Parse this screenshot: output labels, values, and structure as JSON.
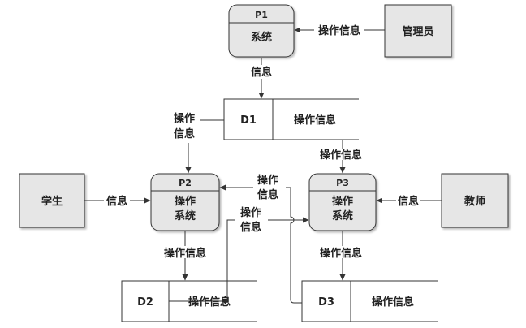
{
  "diagram": {
    "processes": [
      {
        "id": "P1",
        "name": "系统"
      },
      {
        "id": "P2",
        "name_line1": "操作",
        "name_line2": "系统"
      },
      {
        "id": "P3",
        "name_line1": "操作",
        "name_line2": "系统"
      }
    ],
    "entities": [
      "管理员",
      "学生",
      "教师"
    ],
    "stores": [
      {
        "id": "D1",
        "name": "操作信息"
      },
      {
        "id": "D2",
        "name": "操作信息"
      },
      {
        "id": "D3",
        "name": "操作信息"
      }
    ],
    "flows": {
      "admin_to_p1": "操作信息",
      "p1_to_d1": "信息",
      "d1_to_p2_line1": "操作",
      "d1_to_p2_line2": "信息",
      "d1_to_p3": "操作信息",
      "student_to_p2": "信息",
      "d3_to_p2_line1": "操作",
      "d3_to_p2_line2": "信息",
      "d2_to_p3_line1": "操作",
      "d2_to_p3_line2": "信息",
      "teacher_to_p3": "信息",
      "p2_to_d2": "操作信息",
      "p3_to_d3": "操作信息"
    },
    "colors": {
      "box_fill": "#e6e6e6",
      "stroke": "#333333",
      "background": "#ffffff"
    }
  }
}
